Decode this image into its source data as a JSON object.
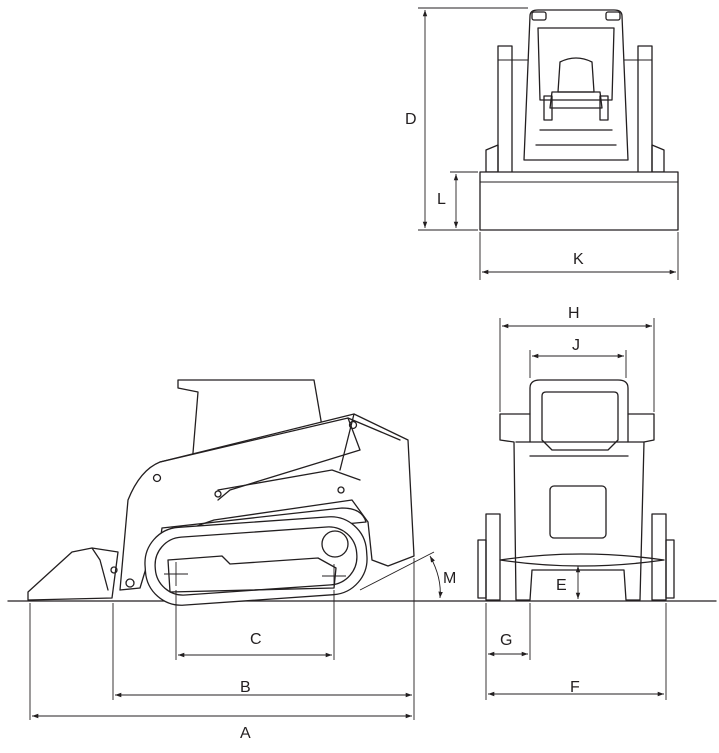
{
  "labels": {
    "A": "A",
    "B": "B",
    "C": "C",
    "D": "D",
    "E": "E",
    "F": "F",
    "G": "G",
    "H": "H",
    "J": "J",
    "K": "K",
    "L": "L",
    "M": "M"
  },
  "colors": {
    "line": "#231f20",
    "background": "#ffffff"
  }
}
